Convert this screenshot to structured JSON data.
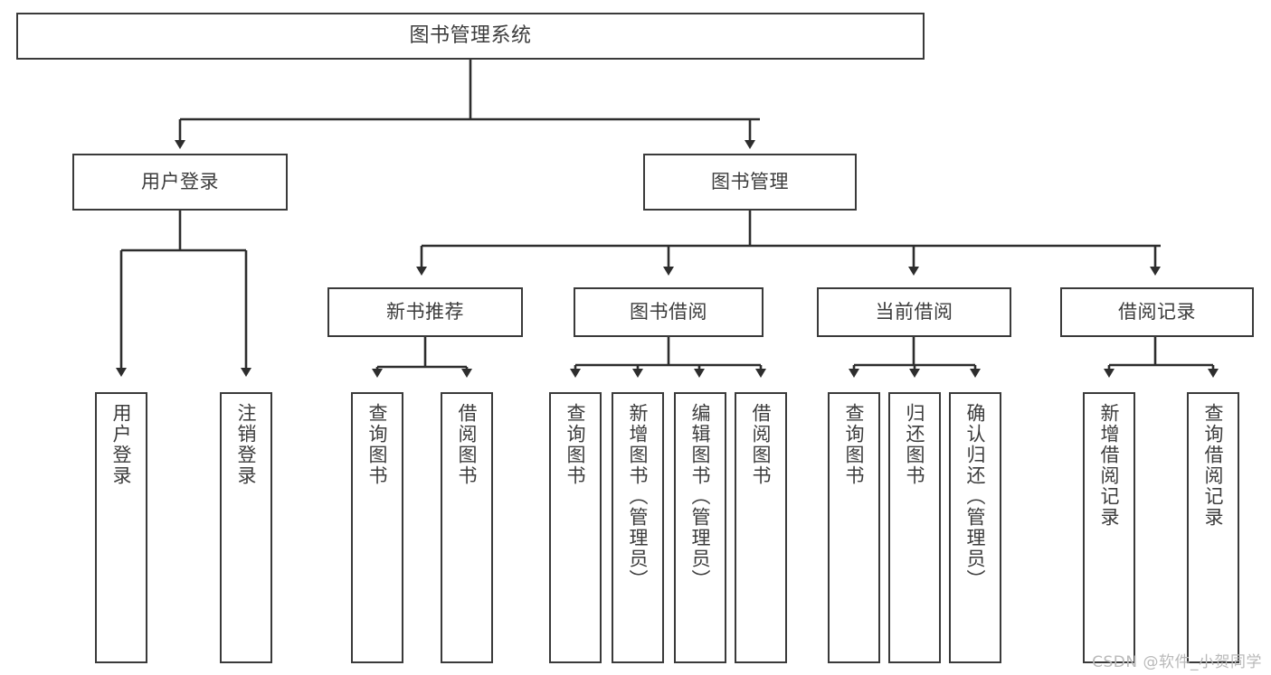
{
  "diagram": {
    "title": "图书管理系统",
    "type": "tree",
    "watermark": "CSDN @软件_小贺同学",
    "colors": {
      "border": "#3a3a3a",
      "text": "#3c3c3c",
      "background": "#ffffff",
      "connector": "#2d2d2d",
      "watermark": "#b9b9b9"
    },
    "nodes": {
      "root": {
        "label": "图书管理系统"
      },
      "level1": [
        {
          "label": "用户登录"
        },
        {
          "label": "图书管理"
        }
      ],
      "level2": [
        {
          "label": "新书推荐"
        },
        {
          "label": "图书借阅"
        },
        {
          "label": "当前借阅"
        },
        {
          "label": "借阅记录"
        }
      ],
      "leaves": {
        "user_login": [
          {
            "label": "用户登录"
          },
          {
            "label": "注销登录"
          }
        ],
        "new_book": [
          {
            "label": "查询图书"
          },
          {
            "label": "借阅图书"
          }
        ],
        "book_borrow": [
          {
            "label": "查询图书"
          },
          {
            "label": "新增图书（管理员）"
          },
          {
            "label": "编辑图书（管理员）"
          },
          {
            "label": "借阅图书"
          }
        ],
        "current_borrow": [
          {
            "label": "查询图书"
          },
          {
            "label": "归还图书"
          },
          {
            "label": "确认归还（管理员）"
          }
        ],
        "borrow_record": [
          {
            "label": "新增借阅记录"
          },
          {
            "label": "查询借阅记录"
          }
        ]
      }
    }
  }
}
